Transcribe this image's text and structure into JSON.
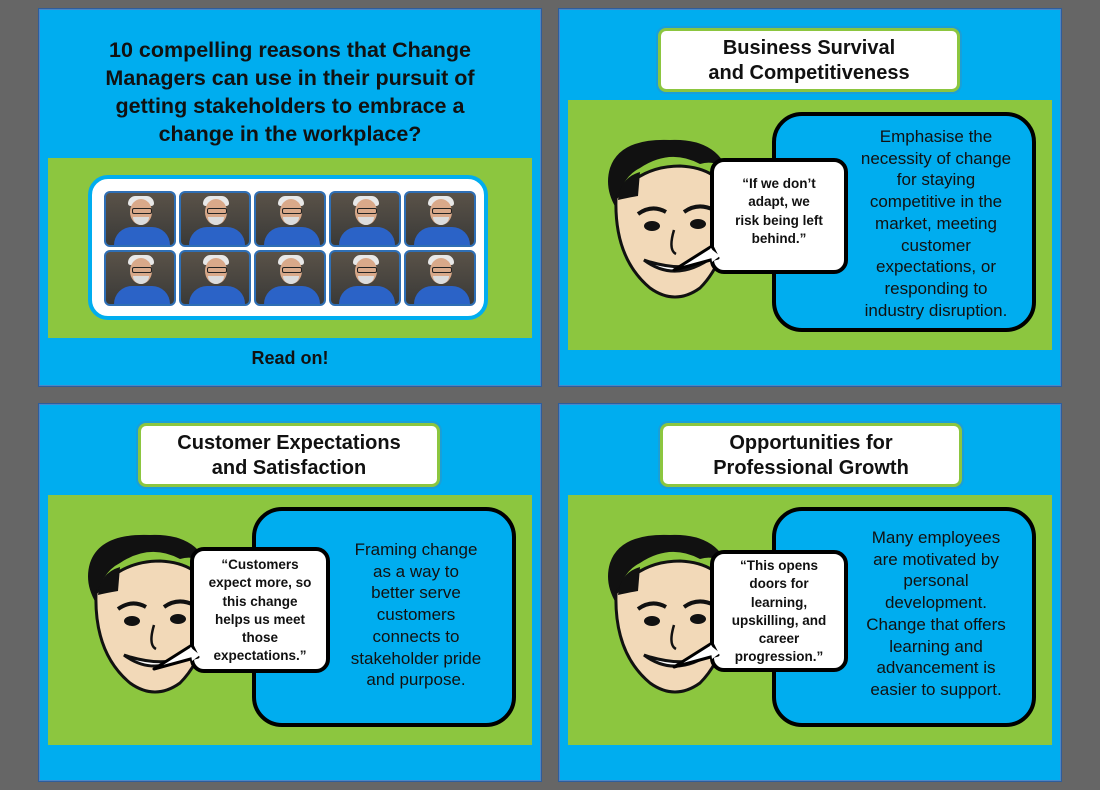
{
  "slides": [
    {
      "title_lines": [
        "10 compelling reasons that Change",
        "Managers can use in their pursuit of",
        "getting stakeholders to embrace a",
        "change in the workplace?"
      ],
      "photo_count": 10,
      "footer": "Read on!"
    },
    {
      "heading_lines": [
        "Business Survival",
        "and Competitiveness"
      ],
      "quote_lines": [
        "“If we don’t",
        "adapt, we",
        "risk being left",
        "behind.”"
      ],
      "body_lines": [
        "Emphasise the",
        "necessity of change",
        "for staying",
        "competitive in the",
        "market, meeting",
        "customer",
        "expectations, or",
        "responding to",
        "industry disruption."
      ]
    },
    {
      "heading_lines": [
        "Customer Expectations",
        "and Satisfaction"
      ],
      "quote_lines": [
        "“Customers",
        "expect more, so",
        "this change",
        "helps us meet",
        "those",
        "expectations.”"
      ],
      "body_lines": [
        "Framing change",
        "as a way to",
        "better serve",
        "customers",
        "connects to",
        "stakeholder pride",
        "and purpose."
      ]
    },
    {
      "heading_lines": [
        "Opportunities for",
        "Professional Growth"
      ],
      "quote_lines": [
        "“This opens",
        "doors for",
        "learning,",
        "upskilling, and",
        "career",
        "progression.”"
      ],
      "body_lines": [
        "Many employees",
        "are motivated by",
        "personal",
        "development.",
        "Change that offers",
        "learning and",
        "advancement is",
        "easier to support."
      ]
    }
  ],
  "colors": {
    "background": "#666666",
    "slide_blue": "#00adef",
    "slide_green": "#8cc63f",
    "text": "#111111"
  }
}
